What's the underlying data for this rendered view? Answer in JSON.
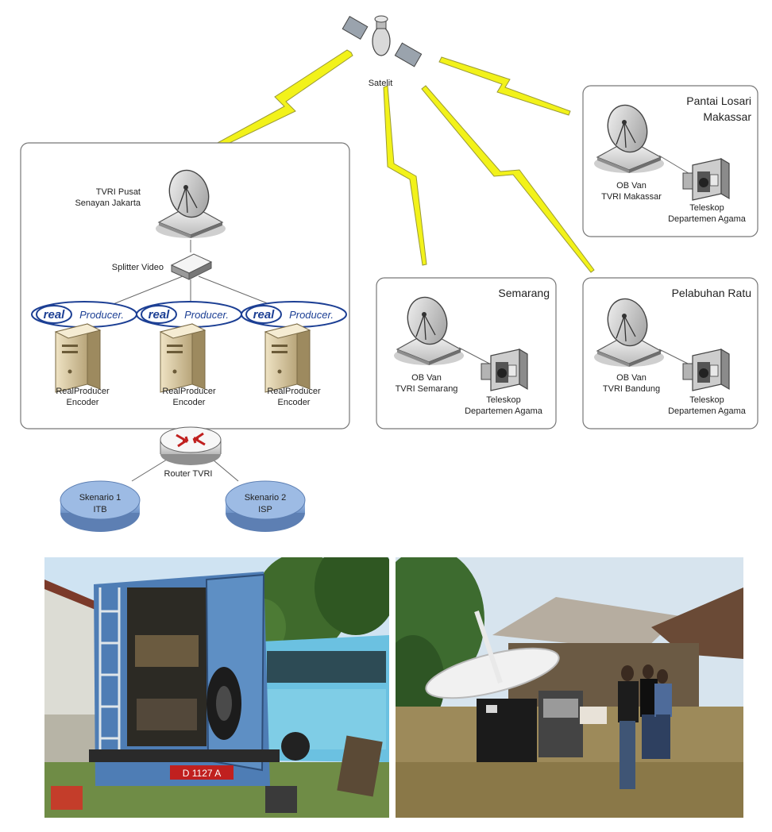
{
  "satellite": {
    "label": "Satelit"
  },
  "jakarta": {
    "station_line1": "TVRI Pusat",
    "station_line2": "Senayan Jakarta",
    "splitter": "Splitter Video",
    "logo_word1": "real",
    "logo_word2": "Producer.",
    "encoder_line1": "RealProducer",
    "encoder_line2": "Encoder"
  },
  "router": {
    "label": "Router TVRI"
  },
  "scenarios": [
    {
      "line1": "Skenario 1",
      "line2": "ITB"
    },
    {
      "line1": "Skenario 2",
      "line2": "ISP"
    }
  ],
  "sites": {
    "makassar": {
      "title_line1": "Pantai Losari",
      "title_line2": "Makassar",
      "van_line1": "OB Van",
      "van_line2": "TVRI Makassar",
      "scope_line1": "Teleskop",
      "scope_line2": "Departemen Agama"
    },
    "semarang": {
      "title_line1": "Semarang",
      "van_line1": "OB Van",
      "van_line2": "TVRI Semarang",
      "scope_line1": "Teleskop",
      "scope_line2": "Departemen Agama"
    },
    "ratu": {
      "title_line1": "Pelabuhan Ratu",
      "van_line1": "OB Van",
      "van_line2": "TVRI Bandung",
      "scope_line1": "Teleskop",
      "scope_line2": "Departemen Agama"
    }
  },
  "photos": {
    "van_plate": "D 1127 A"
  },
  "colors": {
    "lightning": "#f2f21a",
    "scenario_disk": "#8fb1dd",
    "box_border": "#777777",
    "logo_blue": "#1c3f94"
  }
}
